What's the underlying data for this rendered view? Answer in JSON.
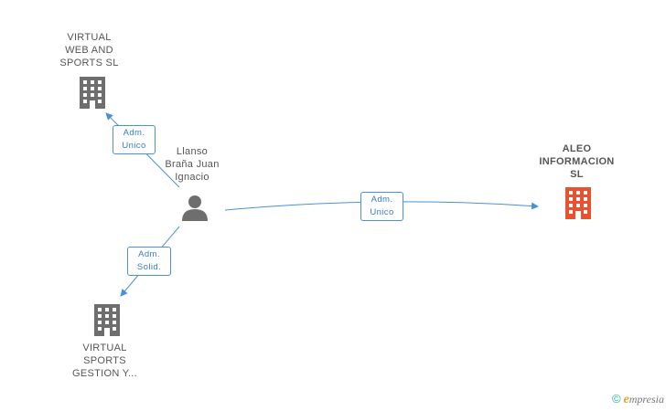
{
  "nodes": {
    "virtual_web": {
      "lines": [
        "VIRTUAL",
        "WEB AND",
        "SPORTS  SL"
      ],
      "type": "company",
      "color": "#6e6e6e"
    },
    "person": {
      "lines": [
        "Llanso",
        "Braña Juan",
        "Ignacio"
      ],
      "type": "person",
      "color": "#6e6e6e"
    },
    "aleo": {
      "lines": [
        "ALEO",
        "INFORMACION",
        "SL"
      ],
      "type": "company",
      "color": "#e8522f"
    },
    "virtual_sports": {
      "lines": [
        "VIRTUAL",
        "SPORTS",
        "GESTION Y..."
      ],
      "type": "company",
      "color": "#6e6e6e"
    }
  },
  "edges": {
    "to_web": {
      "lines": [
        "Adm.",
        "Unico"
      ]
    },
    "to_aleo": {
      "lines": [
        "Adm.",
        "Unico"
      ]
    },
    "to_sports": {
      "lines": [
        "Adm.",
        "Solid."
      ]
    }
  },
  "brand": {
    "copyright": "©",
    "e": "e",
    "rest": "mpresia"
  },
  "colors": {
    "edge": "#4a90d9"
  }
}
